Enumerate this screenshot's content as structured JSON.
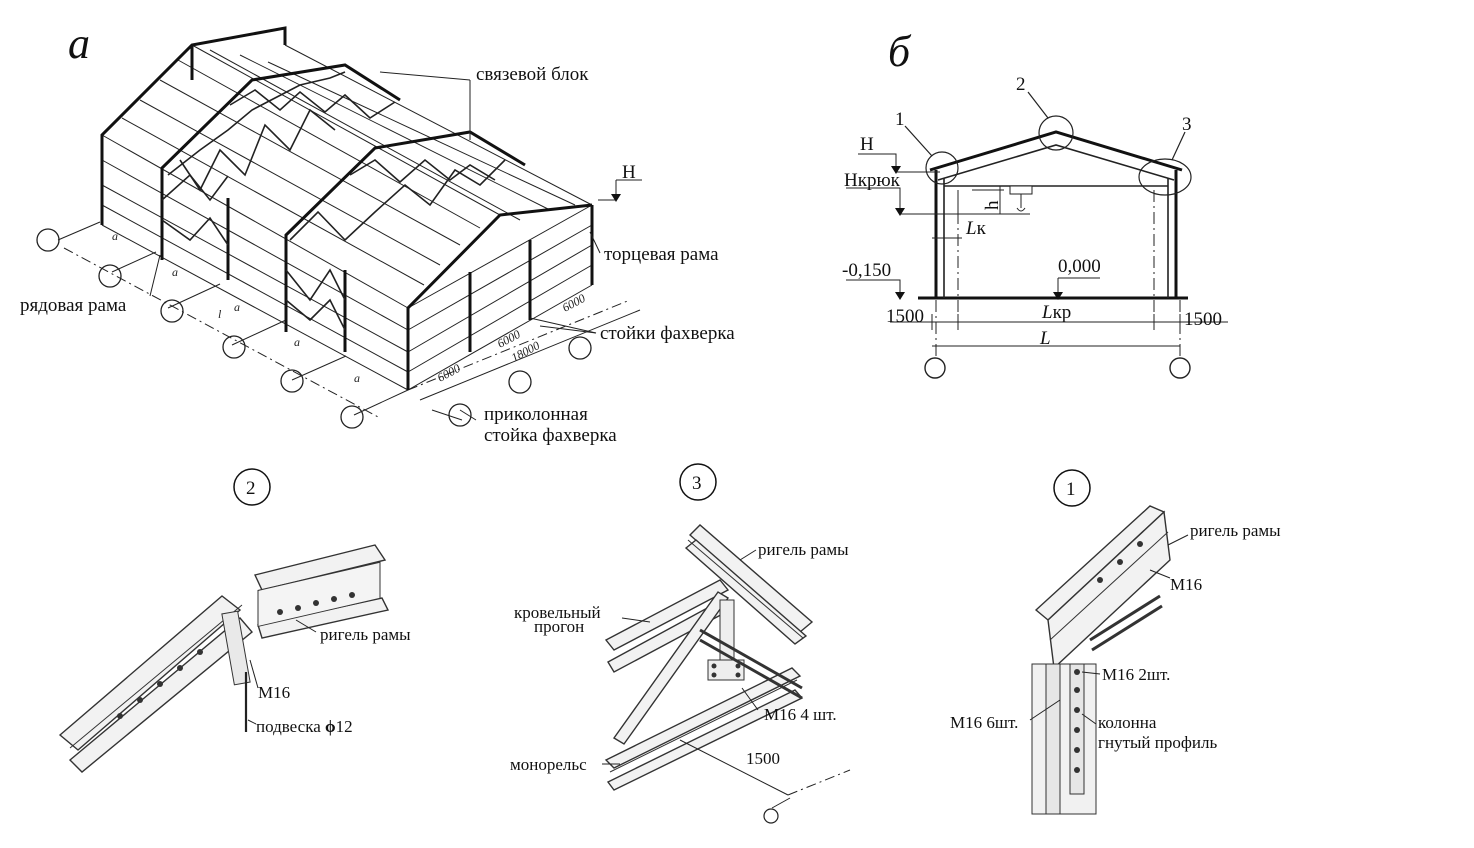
{
  "panel_a": {
    "letter": "а",
    "labels": {
      "bracing_block": "связевой блок",
      "H": "H",
      "end_frame": "торцевая рама",
      "row_frame": "рядовая рама",
      "fachwerk_posts": "стойки фахверка",
      "column_post_line1": "приколонная",
      "column_post_line2": "стойка фахверка"
    },
    "dims": {
      "a1": "a",
      "a2": "a",
      "a3": "a",
      "a4": "a",
      "a5": "a",
      "l": "l",
      "d6000a": "6000",
      "d6000b": "6000",
      "d6000c": "6000",
      "d18000": "18000"
    }
  },
  "panel_b": {
    "letter": "б",
    "labels": {
      "n1": "1",
      "n2": "2",
      "n3": "3",
      "H": "H",
      "Hkr_main": "H",
      "Hkr_sub": "крюк",
      "h": "h",
      "Lk_main": "L",
      "Lk_sub": "к",
      "mark_left": "-0,150",
      "mark_zero": "0,000",
      "d1500_left": "1500",
      "d1500_right": "1500",
      "Lkr_main": "L",
      "Lkr_sub": "кр",
      "L": "L"
    }
  },
  "detail_2": {
    "number": "2",
    "labels": {
      "girder": "ригель рамы",
      "bolt": "М16",
      "hanger_pre": "подвеска ",
      "hanger_sym": "ϕ",
      "hanger_post": "12"
    }
  },
  "detail_3": {
    "number": "3",
    "labels": {
      "girder": "ригель рамы",
      "purlin_1": "кровельный",
      "purlin_2": "прогон",
      "bolts": "М16 4 шт.",
      "monorail": "монорельс",
      "d1500": "1500"
    }
  },
  "detail_1": {
    "number": "1",
    "labels": {
      "girder": "ригель рамы",
      "bolt": "М16",
      "bolts2": "М16 2шт.",
      "bolts6": "М16 6шт.",
      "column_1": "колонна",
      "column_2": "гнутый профиль"
    }
  }
}
